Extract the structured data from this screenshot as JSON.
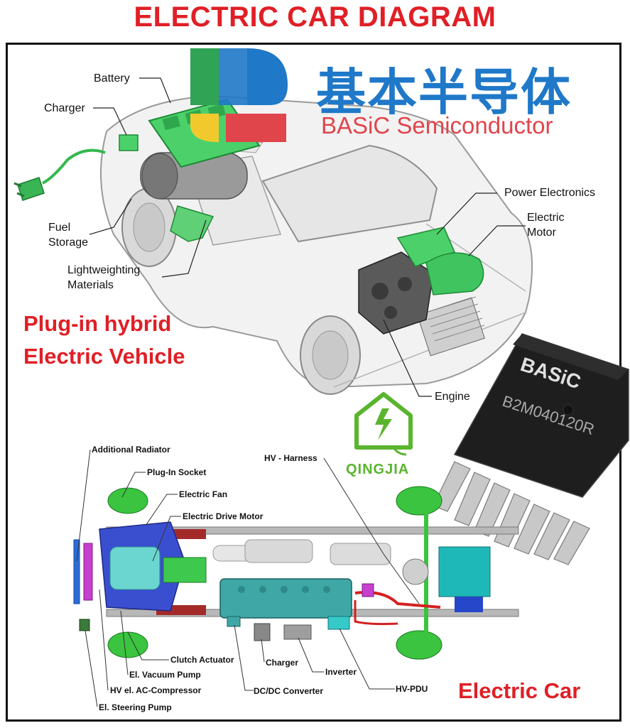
{
  "title": "ELECTRIC CAR DIAGRAM",
  "brand": {
    "chinese_name": "基本半导体",
    "english_name": "BASiC Semiconductor"
  },
  "top_labels": {
    "battery": "Battery",
    "charger": "Charger",
    "fuel_storage": "Fuel\nStorage",
    "lightweighting": "Lightweighting\nMaterials",
    "power_electronics": "Power Electronics",
    "electric_motor": "Electric\nMotor",
    "engine": "Engine"
  },
  "phev_caption": "Plug-in hybrid\nElectric Vehicle",
  "qingjia": "QINGJIA",
  "chip": {
    "brand": "BASiC",
    "part": "B2M040120R"
  },
  "bottom_labels": {
    "additional_radiator": "Additional Radiator",
    "plug_in_socket": "Plug-In Socket",
    "electric_fan": "Electric Fan",
    "electric_drive_motor": "Electric Drive Motor",
    "hv_harness": "HV - Harness",
    "clutch_actuator": "Clutch Actuator",
    "charger": "Charger",
    "inverter": "Inverter",
    "vacuum_pump": "El. Vacuum Pump",
    "ac_compressor": "HV el. AC-Compressor",
    "dcdc": "DC/DC Converter",
    "hv_pdu": "HV-PDU",
    "steering_pump": "El. Steering Pump"
  },
  "ev_caption": "Electric Car",
  "colors": {
    "title_red": "#e01f26",
    "brand_blue": "#1f78c8",
    "brand_red": "#e0454b",
    "component_green": "#39c45a",
    "qingjia_green": "#5ab52e"
  }
}
